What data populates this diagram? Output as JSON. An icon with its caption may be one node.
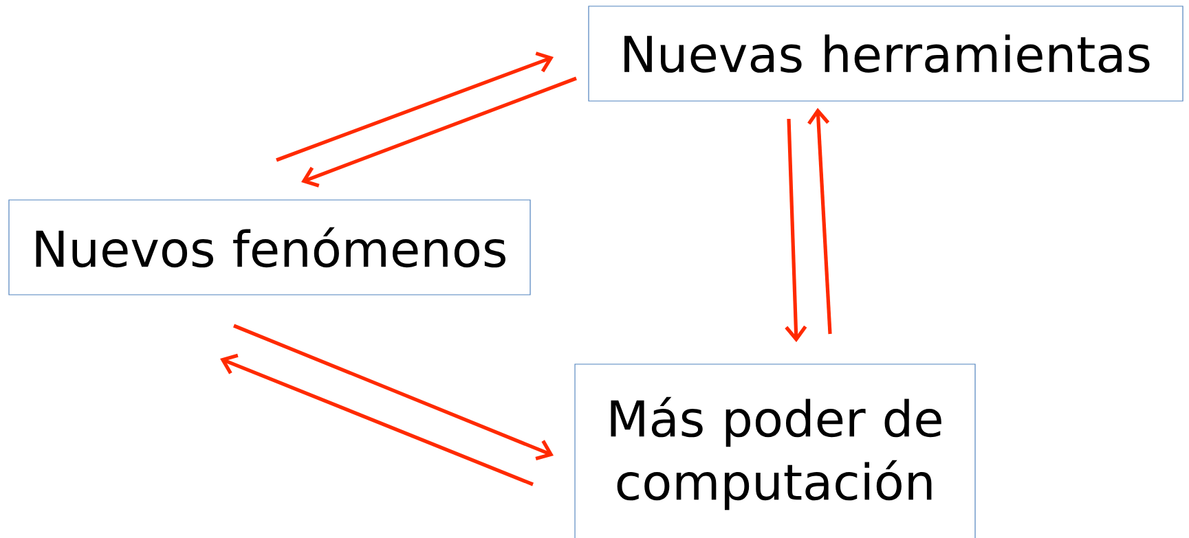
{
  "diagram": {
    "nodes": [
      {
        "text": [
          "Nuevas herramientas"
        ]
      },
      {
        "text": [
          "Nuevos fenómenos"
        ]
      },
      {
        "text": [
          "Más poder de computación"
        ]
      }
    ],
    "edges": [
      {
        "from": 1,
        "to": 0,
        "arrow": "to"
      },
      {
        "from": 0,
        "to": 1,
        "arrow": "to"
      },
      {
        "from": 0,
        "to": 2,
        "arrow": "to"
      },
      {
        "from": 2,
        "to": 0,
        "arrow": "to"
      },
      {
        "from": 1,
        "to": 2,
        "arrow": "to"
      },
      {
        "from": 2,
        "to": 1,
        "arrow": "to"
      }
    ]
  }
}
